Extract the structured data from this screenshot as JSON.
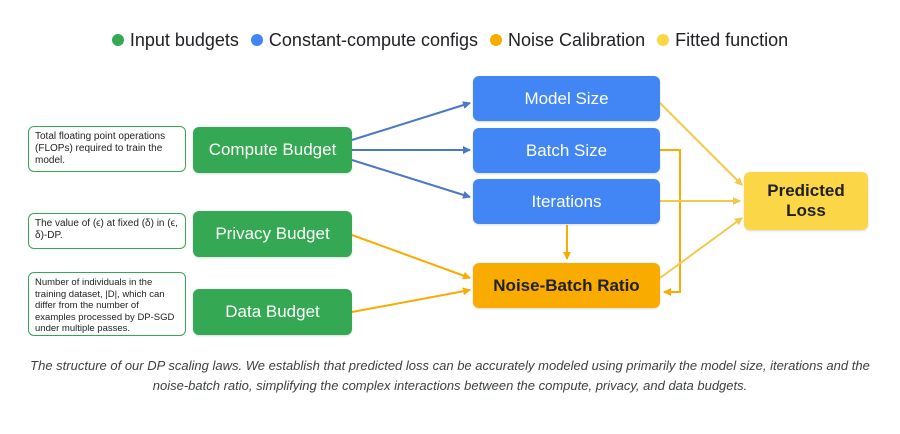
{
  "legend": [
    {
      "label": "Input budgets",
      "color": "#34a853"
    },
    {
      "label": "Constant-compute configs",
      "color": "#4285f4"
    },
    {
      "label": "Noise Calibration",
      "color": "#f9ab00"
    },
    {
      "label": "Fitted function",
      "color": "#fbd748"
    }
  ],
  "inputs": {
    "compute": "Compute Budget",
    "privacy": "Privacy Budget",
    "data": "Data Budget"
  },
  "notes": {
    "compute": "Total floating point operations (FLOPs) required to train the model.",
    "privacy": "The value of (ϵ) at fixed (δ) in (ϵ, δ)-DP.",
    "data": "Number of individuals in the training dataset, |D|, which can differ from the number of examples processed by DP-SGD under multiple passes."
  },
  "configs": {
    "model_size": "Model Size",
    "batch_size": "Batch Size",
    "iterations": "Iterations"
  },
  "noise": "Noise-Batch Ratio",
  "output": "Predicted Loss",
  "caption": "The structure of our DP scaling laws. We establish that predicted loss can be accurately modeled using primarily the model size, iterations and the noise-batch ratio, simplifying the complex interactions between the compute, privacy, and data budgets."
}
